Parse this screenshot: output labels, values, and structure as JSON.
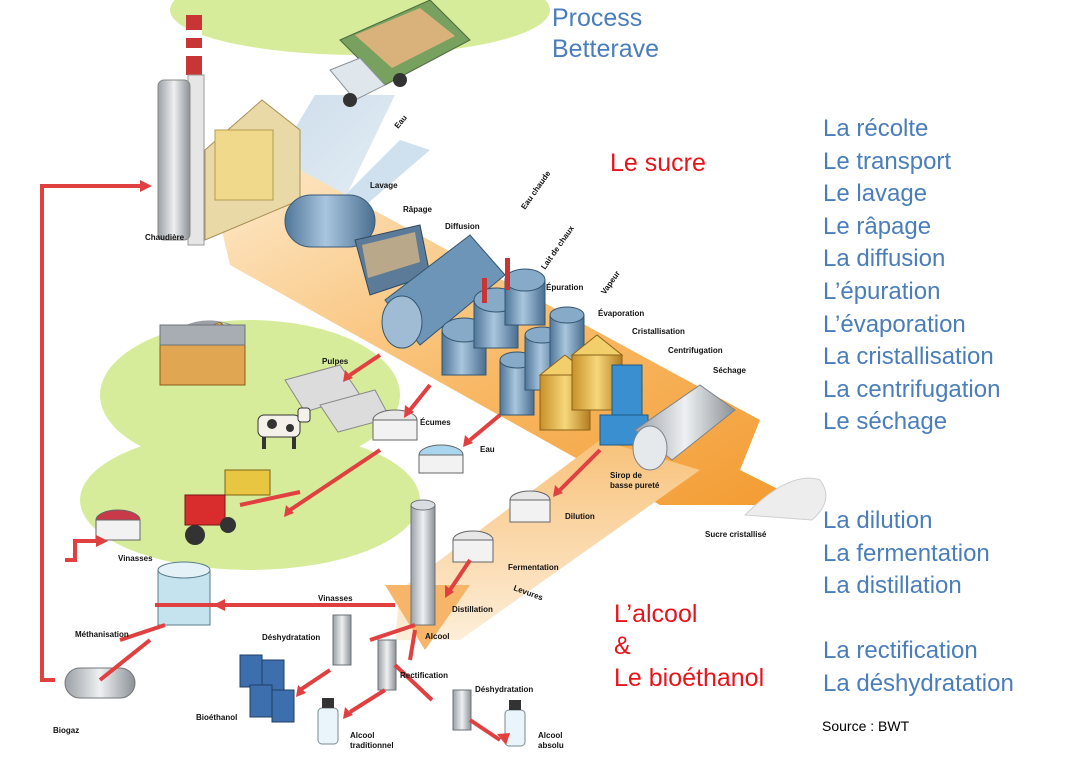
{
  "headings": {
    "process": [
      "Process",
      "Betterave"
    ],
    "sucre": "Le sucre",
    "alcool": [
      "L’alcool",
      "&",
      "Le bioéthanol"
    ]
  },
  "sugar_steps": [
    "La récolte",
    "Le transport",
    "Le lavage",
    "Le râpage",
    "La diffusion",
    "L’épuration",
    "L’évaporation",
    "La cristallisation",
    "La centrifugation",
    "Le séchage"
  ],
  "alcohol_steps": [
    "La dilution",
    "La fermentation",
    "La distillation"
  ],
  "final_steps": [
    "La rectification",
    "La déshydratation"
  ],
  "source": "Source : BWT",
  "diagram_labels": {
    "eau": "Eau",
    "eau_chaude": "Eau chaude",
    "lavage": "Lavage",
    "rapage": "Râpage",
    "diffusion": "Diffusion",
    "chaudiere": "Chaudière",
    "lait_de_chaux": "Lait de chaux",
    "vapeur": "Vapeur",
    "epuration": "Épuration",
    "evaporation": "Évaporation",
    "cristallisation": "Cristallisation",
    "centrifugation": "Centrifugation",
    "sechage": "Séchage",
    "pulpes": "Pulpes",
    "ecumes": "Écumes",
    "eau2": "Eau",
    "sirop": [
      "Sirop de",
      "basse pureté"
    ],
    "sucre_cristallise": "Sucre cristallisé",
    "dilution": "Dilution",
    "fermentation": "Fermentation",
    "levures": "Levures",
    "distillation": "Distillation",
    "vinasses_top": "Vinasses",
    "vinasses": "Vinasses",
    "methanisation": "Méthanisation",
    "deshydratation1": "Déshydratation",
    "deshydratation2": "Déshydratation",
    "rectification": "Rectification",
    "alcool": "Alcool",
    "bioethanol": "Bioéthanol",
    "biogaz": "Biogaz",
    "alcool_trad": [
      "Alcool",
      "traditionnel"
    ],
    "alcool_absolu": [
      "Alcool",
      "absolu"
    ]
  },
  "colors": {
    "text_blue": "#4a7ebb",
    "text_red": "#e8141c",
    "flow_orange": "#f5a040",
    "flow_light": "#fde6c7",
    "arrow_red": "#e04040",
    "field_green": "#d7ec9a",
    "tank_blue": "#6d95b8"
  }
}
